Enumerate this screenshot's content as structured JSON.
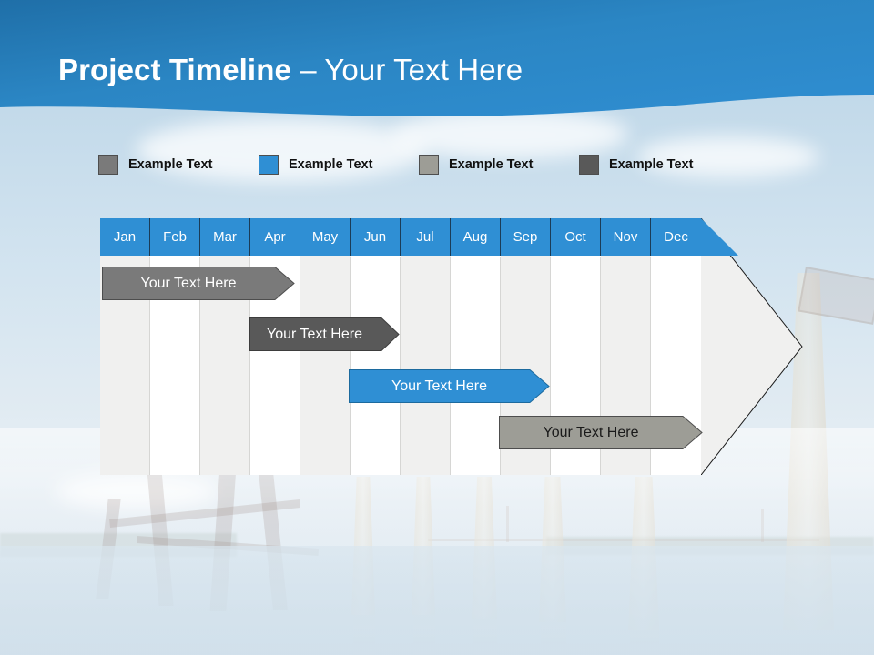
{
  "slide": {
    "title_strong": "Project Timeline",
    "title_separator": " – ",
    "title_light": "Your Text Here"
  },
  "legend": {
    "items": [
      {
        "label": "Example Text",
        "color": "#7a7a7a",
        "swatch_name": "legend-swatch-gray"
      },
      {
        "label": "Example Text",
        "color": "#2f8fd4",
        "swatch_name": "legend-swatch-blue"
      },
      {
        "label": "Example Text",
        "color": "#9d9d96",
        "swatch_name": "legend-swatch-light-gray"
      },
      {
        "label": "Example Text",
        "color": "#595959",
        "swatch_name": "legend-swatch-dark-gray"
      }
    ]
  },
  "chart_data": {
    "type": "bar",
    "title": "Project Timeline",
    "xlabel": "",
    "ylabel": "",
    "categories": [
      "Jan",
      "Feb",
      "Mar",
      "Apr",
      "May",
      "Jun",
      "Jul",
      "Aug",
      "Sep",
      "Oct",
      "Nov",
      "Dec"
    ],
    "header_bg": "#2f8fd4",
    "header_text_color": "#ffffff",
    "band_colors": [
      "#f0f0ef",
      "#ffffff"
    ],
    "grid": true,
    "legend_position": "top",
    "tasks": [
      {
        "label": "Your  Text Here",
        "color": "#7a7a7a",
        "text_color": "#ffffff",
        "start_month": "Jan",
        "end_month": "Apr",
        "start_index": 0,
        "span": 3.8,
        "row": 1
      },
      {
        "label": "Your  Text Here",
        "color": "#595959",
        "text_color": "#ffffff",
        "start_month": "Apr",
        "end_month": "Jul",
        "start_index": 3,
        "span": 3.0,
        "row": 2
      },
      {
        "label": "Your  Text Here",
        "color": "#2f8fd4",
        "text_color": "#ffffff",
        "start_month": "Jun",
        "end_month": "Sep",
        "start_index": 5,
        "span": 4.0,
        "row": 3
      },
      {
        "label": "Your  Text Here",
        "color": "#9d9d96",
        "text_color": "#1a1a1a",
        "start_month": "Sep",
        "end_month": "Dec",
        "start_index": 8,
        "span": 4.0,
        "row": 4
      }
    ]
  }
}
